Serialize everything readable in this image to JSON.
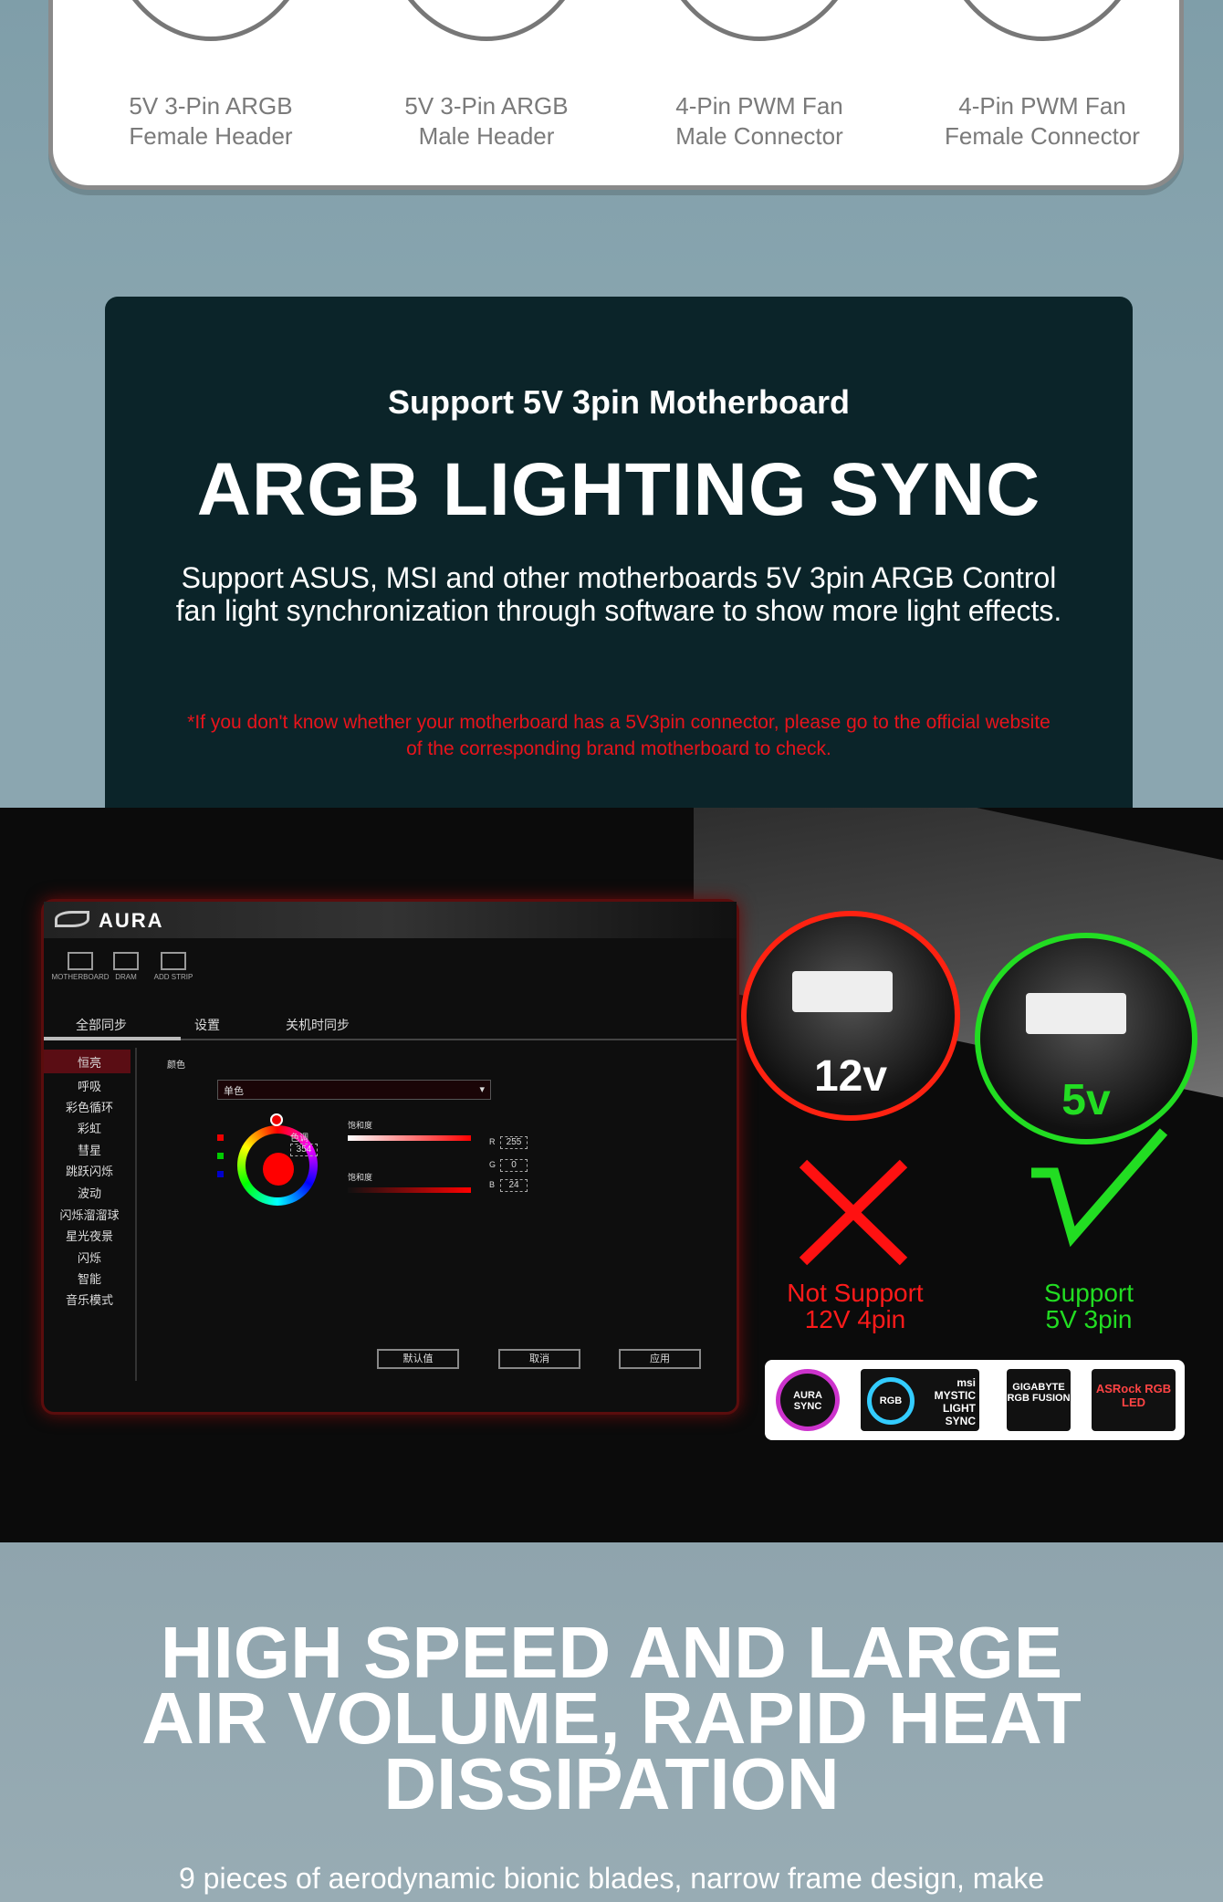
{
  "connectors": [
    {
      "line1": "5V 3-Pin ARGB",
      "line2": "Female Header"
    },
    {
      "line1": "5V 3-Pin ARGB",
      "line2": "Male Header"
    },
    {
      "line1": "4-Pin PWM Fan",
      "line2": "Male Connector"
    },
    {
      "line1": "4-Pin PWM Fan",
      "line2": "Female Connector"
    }
  ],
  "sync": {
    "subtitle": "Support 5V 3pin Motherboard",
    "title": "ARGB LIGHTING SYNC",
    "description": "Support ASUS, MSI and other motherboards 5V 3pin ARGB Control fan light synchronization through software to show more light effects.",
    "note": "*If you don't know whether your motherboard has a 5V3pin connector, please go to the official website of the corresponding brand motherboard to check."
  },
  "aura": {
    "app_name": "AURA",
    "devices": [
      "MOTHERBOARD",
      "DRAM",
      "ADD STRIP"
    ],
    "tabs": [
      "全部同步",
      "设置",
      "关机时同步"
    ],
    "effects": [
      "恒亮",
      "呼吸",
      "彩色循环",
      "彩虹",
      "彗星",
      "跳跃闪烁",
      "波动",
      "闪烁溜溜球",
      "星光夜景",
      "闪烁",
      "智能",
      "音乐模式"
    ],
    "color_label": "颜色",
    "color_mode": "单色",
    "hue_label": "色调",
    "hue_value": "354",
    "saturation_label": "饱和度",
    "brightness_label": "饱和度",
    "rgb": [
      {
        "k": "R",
        "v": "255"
      },
      {
        "k": "G",
        "v": "0"
      },
      {
        "k": "B",
        "v": "24"
      }
    ],
    "buttons": [
      "默认值",
      "取消",
      "应用"
    ]
  },
  "compare": {
    "bad_voltage": "12v",
    "good_voltage": "5v",
    "bad_line1": "Not Support",
    "bad_line2": "12V 4pin",
    "good_line1": "Support",
    "good_line2": "5V 3pin",
    "bad_color": "#ff1a1a",
    "good_color": "#22dd22"
  },
  "logos": [
    "AURA SYNC",
    "RGB",
    "msi MYSTIC LIGHT SYNC",
    "GIGABYTE RGB FUSION",
    "ASRock RGB LED"
  ],
  "speed": {
    "title": "HIGH SPEED AND LARGE AIR VOLUME, RAPID HEAT DISSIPATION",
    "description": "9 pieces of aerodynamic bionic blades, narrow frame design, make"
  }
}
